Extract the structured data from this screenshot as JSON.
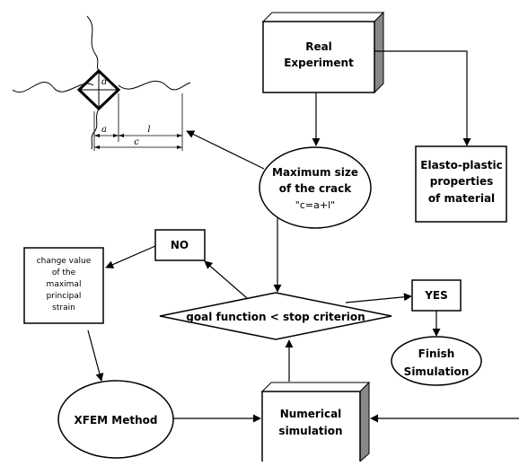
{
  "diagram": {
    "nodes": {
      "real_experiment": [
        "Real",
        "Experiment"
      ],
      "max_crack": [
        "Maximum size",
        "of the crack",
        "\"c=a+l\""
      ],
      "elasto_plastic": [
        "Elasto-plastic",
        "properties",
        "of material"
      ],
      "no": "NO",
      "yes": "YES",
      "change_value": [
        "change value",
        "of the",
        "maximal",
        "principal",
        "strain"
      ],
      "goal": "goal function < stop criterion",
      "finish": [
        "Finish",
        "Simulation"
      ],
      "xfem": "XFEM Method",
      "numerical": [
        "Numerical",
        "simulation"
      ]
    },
    "crack_sketch": {
      "d": "d",
      "a": "a",
      "l": "l",
      "c": "c"
    }
  }
}
